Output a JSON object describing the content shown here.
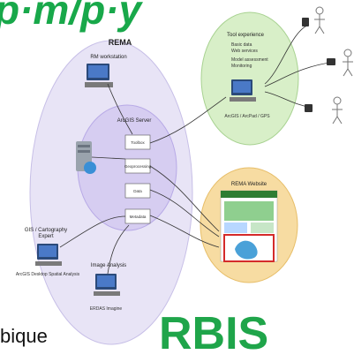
{
  "header": {
    "partial_title": "p·m/p·y"
  },
  "rema": {
    "title": "REMA",
    "rm_workstation": "RM workstation"
  },
  "arcgis": {
    "title": "ArcGIS Server",
    "boxes": [
      "Toolbox",
      "Geoprocessing",
      "Data",
      "Metadata"
    ]
  },
  "gis": {
    "title": "GIS / Cartography",
    "sub": "Expert",
    "note": "ArcGIS Desktop Spatial Analysis"
  },
  "image_analysis": {
    "title": "Image Analysis",
    "note": "ERDAS Imagine"
  },
  "tool_expert": {
    "title": "Tool experience",
    "items": [
      "Basic data",
      "Web services",
      "Model assessment",
      "Monitoring"
    ],
    "note": "ArcGIS / ArcPad / GPS"
  },
  "rema_website": {
    "title": "REMA Website"
  },
  "footer": {
    "left": "bique",
    "right": "RBIS"
  },
  "colors": {
    "accent": "#1fa54a",
    "rema": "#e8e4f6",
    "inner": "#d6cdf1",
    "green": "#d8efc8",
    "orange": "#f7dca2",
    "red": "#d42a2a"
  }
}
